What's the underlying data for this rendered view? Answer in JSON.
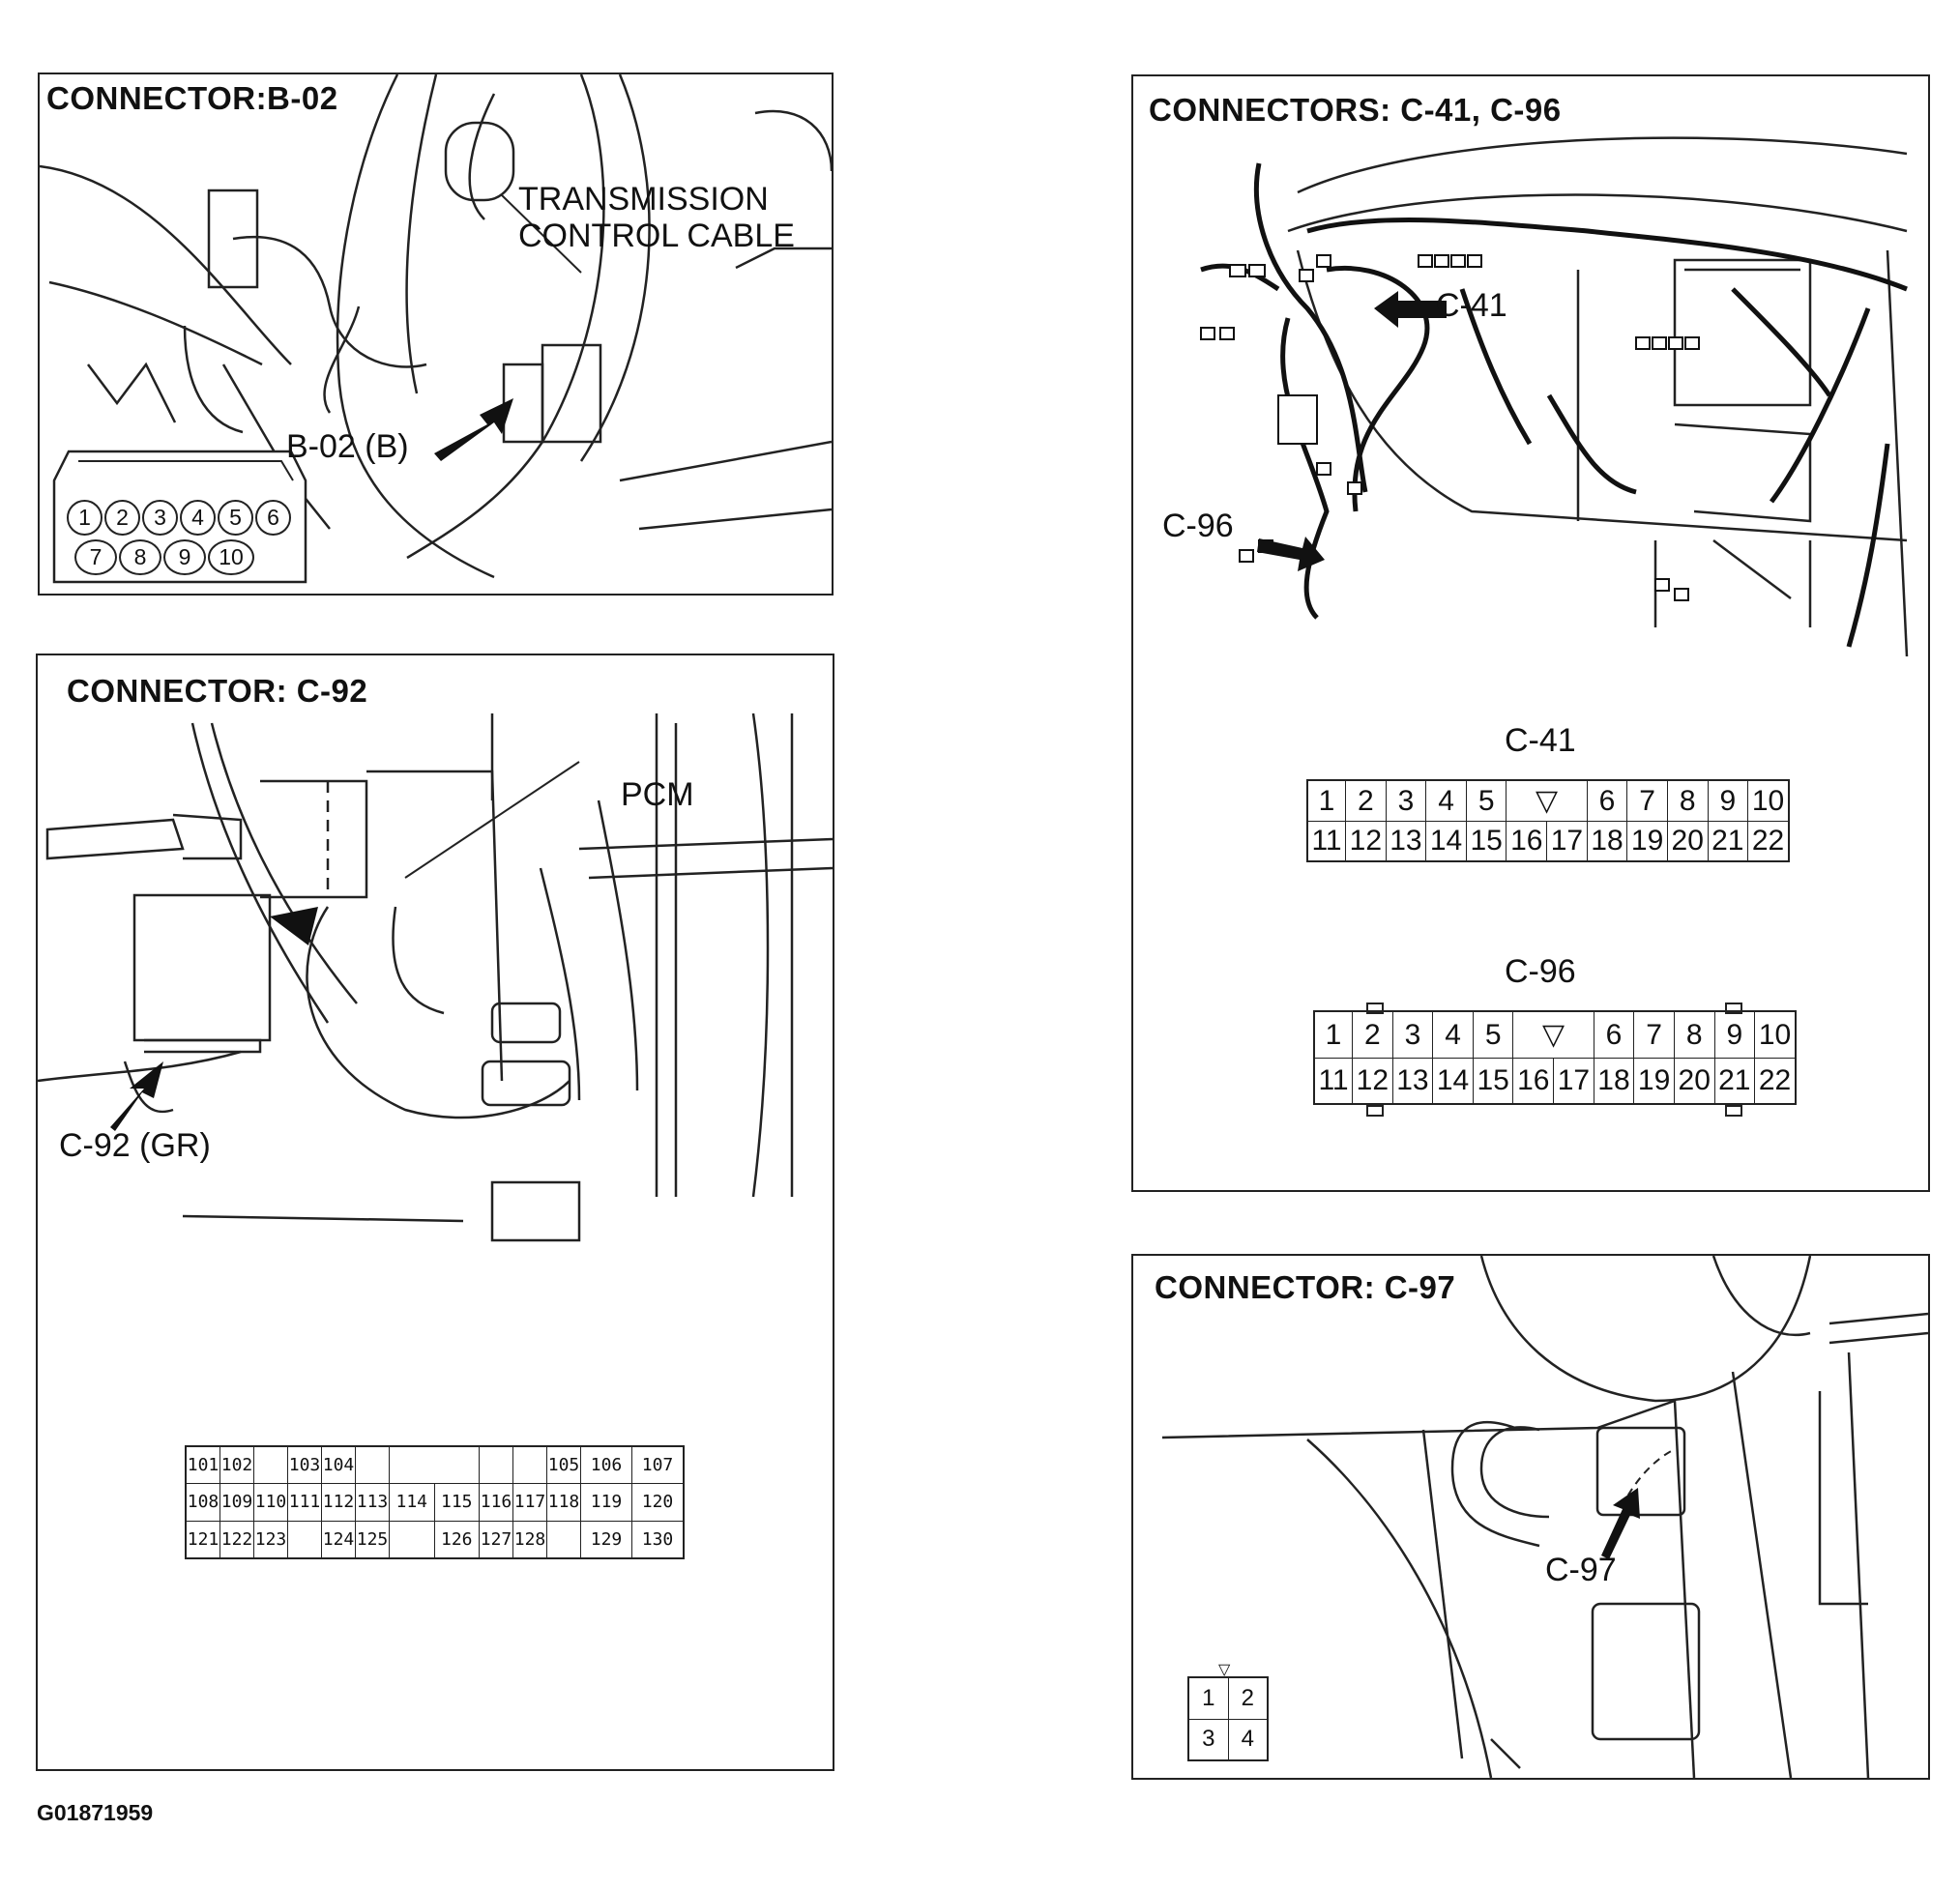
{
  "footer_id": "G01871959",
  "panels": {
    "b02": {
      "title": "CONNECTOR:B-02",
      "callout_top": "TRANSMISSION",
      "callout_bottom": "CONTROL CABLE",
      "connector_label": "B-02 (B)",
      "pins_top": [
        "1",
        "2",
        "3",
        "4",
        "5",
        "6"
      ],
      "pins_bottom": [
        "7",
        "8",
        "9",
        "10"
      ]
    },
    "c92": {
      "title": "CONNECTOR: C-92",
      "pcm_label": "PCM",
      "connector_label": "C-92 (GR)",
      "pin_rows": [
        [
          "101",
          "102",
          "",
          "103",
          "104",
          "",
          "",
          "",
          "",
          "105",
          "106",
          "107"
        ],
        [
          "108",
          "109",
          "110",
          "111",
          "112",
          "113",
          "114",
          "115",
          "116",
          "117",
          "118",
          "119",
          "120"
        ],
        [
          "121",
          "122",
          "123",
          "",
          "124",
          "125",
          "",
          "126",
          "127",
          "128",
          "",
          "129",
          "130"
        ]
      ]
    },
    "c41c96": {
      "title": "CONNECTORS: C-41, C-96",
      "c41_callout": "C-41",
      "c96_callout": "C-96",
      "c41_label": "C-41",
      "c96_label": "C-96",
      "row_top": [
        "1",
        "2",
        "3",
        "4",
        "5",
        "",
        "6",
        "7",
        "8",
        "9",
        "10"
      ],
      "row_bottom": [
        "11",
        "12",
        "13",
        "14",
        "15",
        "16",
        "17",
        "18",
        "19",
        "20",
        "21",
        "22"
      ]
    },
    "c97": {
      "title": "CONNECTOR: C-97",
      "connector_label": "C-97",
      "pins": [
        "1",
        "2",
        "3",
        "4"
      ]
    }
  }
}
